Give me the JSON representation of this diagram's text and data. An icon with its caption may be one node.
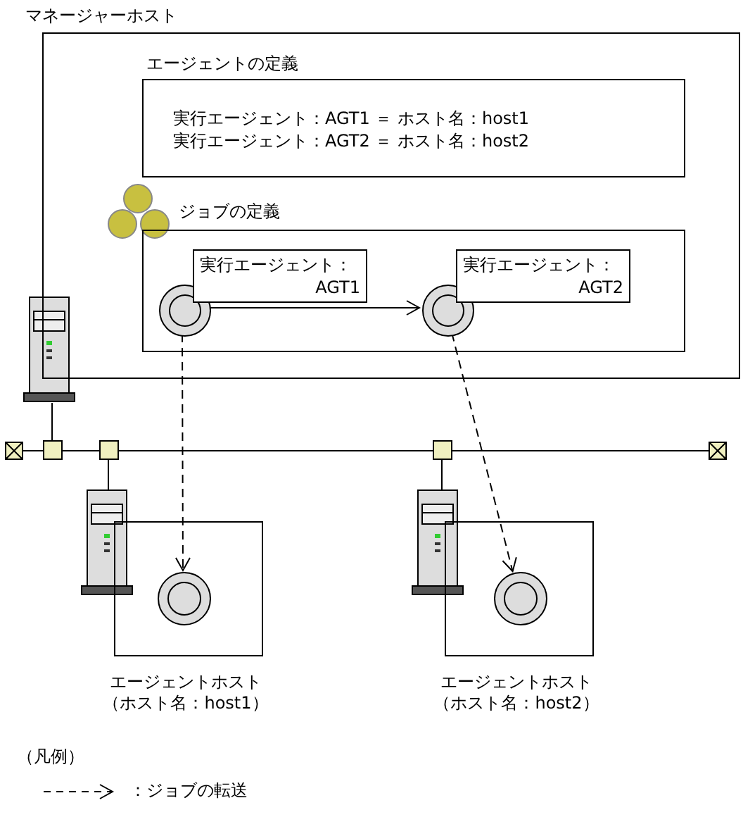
{
  "diagram": {
    "nodes": [
      {
        "text": [
          "マネージャーホスト"
        ]
      },
      {
        "text": [
          "エージェントの定義",
          "実行エージェント：AGT1 ＝ ホスト名：host1",
          "実行エージェント：AGT2 ＝ ホスト名：host2"
        ],
        "in": 0
      },
      {
        "text": [
          "ジョブの定義"
        ],
        "in": 0
      },
      {
        "text": [],
        "shape": "circle",
        "in": 2
      },
      {
        "text": [
          "実行エージェント：AGT1"
        ],
        "in": 2
      },
      {
        "text": [],
        "shape": "circle",
        "in": 2
      },
      {
        "text": [
          "実行エージェント：AGT2"
        ],
        "in": 2
      },
      {
        "text": [
          "エージェントホスト（ホスト名：host1）"
        ]
      },
      {
        "text": [],
        "shape": "circle",
        "in": 7
      },
      {
        "text": [
          "エージェントホスト（ホスト名：host2）"
        ]
      },
      {
        "text": [],
        "shape": "circle",
        "in": 9
      }
    ],
    "edges": [
      {
        "from": 3,
        "to": 5,
        "arrow": "to"
      },
      {
        "from": 3,
        "to": 8,
        "arrow": "to",
        "style": "dashed"
      },
      {
        "from": 5,
        "to": 10,
        "arrow": "to",
        "style": "dashed"
      }
    ],
    "labels": [
      "（凡例）"
    ],
    "legend": [
      {
        "text": "：ジョブの転送"
      }
    ]
  }
}
